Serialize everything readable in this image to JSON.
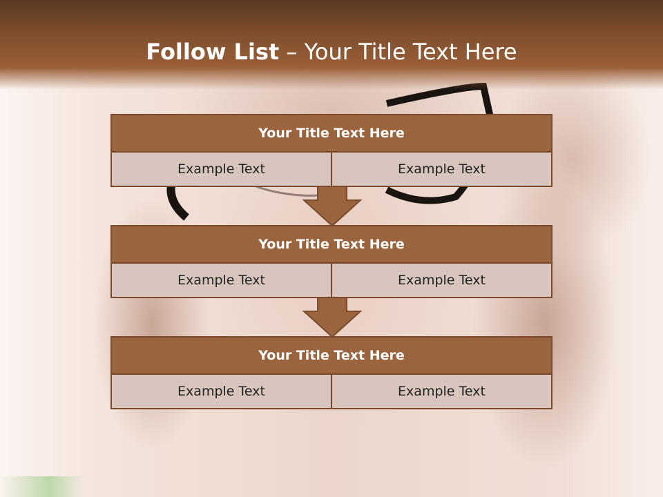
{
  "slide": {
    "title_bold": "Follow List",
    "title_rest": "– Your Title Text Here"
  },
  "blocks": [
    {
      "title": "Your Title Text Here",
      "left": "Example Text",
      "right": "Example Text"
    },
    {
      "title": "Your Title Text Here",
      "left": "Example Text",
      "right": "Example Text"
    },
    {
      "title": "Your Title Text Here",
      "left": "Example Text",
      "right": "Example Text"
    }
  ],
  "colors": {
    "header_band": "#8a5532",
    "block_header": "#9a643e",
    "block_cell": "#d8c6be",
    "border": "#7b4a2a"
  }
}
